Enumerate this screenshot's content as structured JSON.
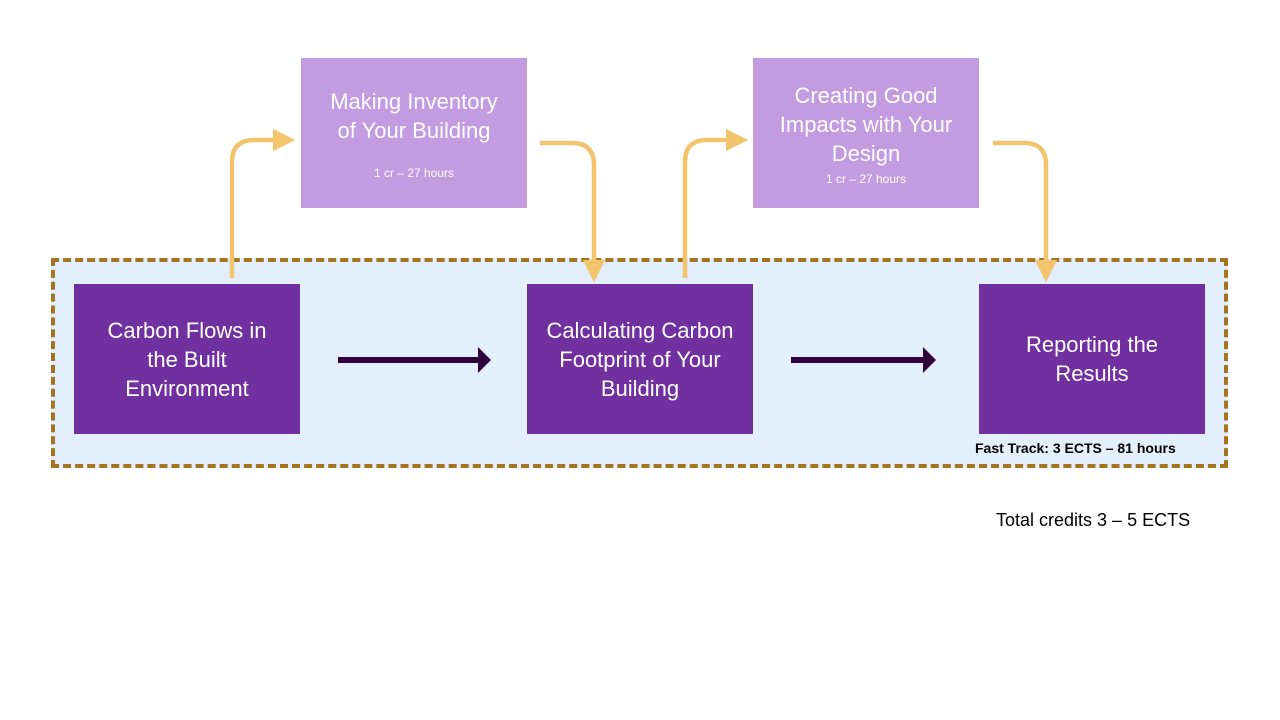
{
  "colors": {
    "main_box": "#7030a0",
    "optional_box": "#c39be0",
    "fast_track_fill": "#e3effc",
    "fast_track_border": "#a5741e",
    "branch_arrow": "#f2c46d",
    "main_arrow": "#32003c"
  },
  "main_steps": [
    {
      "title": "Carbon Flows in\nthe Built\nEnvironment"
    },
    {
      "title": "Calculating Carbon\nFootprint of Your\nBuilding"
    },
    {
      "title": "Reporting the\nResults"
    }
  ],
  "optional_steps": [
    {
      "title": "Making Inventory\nof Your Building",
      "credits": "1 cr – 27 hours"
    },
    {
      "title": "Creating Good\nImpacts with Your\nDesign",
      "credits": "1 cr – 27 hours"
    }
  ],
  "fast_track": {
    "label": "Fast Track: 3 ECTS – 81 hours"
  },
  "total": {
    "label": "Total credits 3 – 5 ECTS"
  }
}
